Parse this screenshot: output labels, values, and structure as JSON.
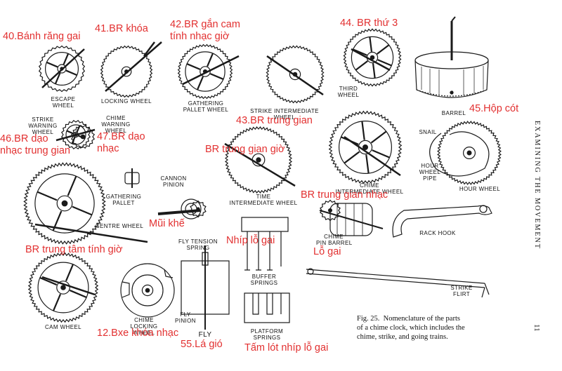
{
  "colors": {
    "ink": "#1a1a1a",
    "annotation": "#e23030",
    "paper": "#ffffff"
  },
  "side_heading": "EXAMINING THE MOVEMENT",
  "page_number": "11",
  "caption": {
    "line1": "Fig. 25.  Nomenclature of the parts",
    "line2": "of a chime clock, which includes the",
    "line3": "chime, strike, and going trains."
  },
  "parts": {
    "escape_wheel": "ESCAPE\nWHEEL",
    "locking_wheel": "LOCKING WHEEL",
    "gathering_pallet_wheel": "GATHERING\nPALLET WHEEL",
    "strike_intermediate_wheel": "STRIKE INTERMEDIATE\nWHEEL",
    "third_wheel": "THIRD\nWHEEL",
    "barrel": "BARREL",
    "strike_warning_wheel": "STRIKE\nWARNING\nWHEEL",
    "chime_warning_wheel": "CHIME\nWARNING\nWHEEL",
    "chime_intermediate_wheel": "CHIME\nINTERMEDIATE WHEEL",
    "snail": "SNAIL",
    "hour_wheel_pipe": "HOUR\nWHEEL\nPIPE",
    "hour_wheel": "HOUR WHEEL",
    "gathering_pallet": "GATHERING\nPALLET",
    "cannon_pinion": "CANNON\nPINION",
    "time_intermediate_wheel": "TIME\nINTERMEDIATE WHEEL",
    "centre_wheel": "CENTRE WHEEL",
    "rack_hook": "RACK HOOK",
    "chime_pin_barrel": "CHIME\nPIN BARREL",
    "fly_tension_spring": "FLY TENSION\nSPRING",
    "buffer_springs": "BUFFER\nSPRINGS",
    "strike_flirt": "STRIKE\nFLIRT",
    "fly_pinion": "FLY\nPINION",
    "fly": "FLY",
    "platform_springs": "PLATFORM\nSPRINGS",
    "cam_wheel": "CAM WHEEL",
    "chime_locking_wheel": "CHIME\nLOCKING\nWHEEL"
  },
  "annotations": {
    "a40": "40.Bánh răng gai",
    "a41": "41.BR khóa",
    "a42": "42.BR gắn cam\ntính nhạc giờ",
    "a44": "44. BR thứ 3",
    "a45": "45.Hộp cót",
    "a43": "43.BR trung gian",
    "a46": "46.BR dạo\nnhạc trung gian",
    "a47": "47.BR dạo\nnhạc",
    "tg_gio": "BR trung gian giờ",
    "tg_nhac": "BR trung gian nhạc",
    "mui_khe": "Mũi khế",
    "nhip_lo_gai": "Nhíp lỗ gai",
    "lo_gai": "Lỗ gai",
    "tam_tinh_gio": "BR trung tâm tính giờ",
    "a12": "12.Bxe khóa nhạc",
    "a55": "55.Lá gió",
    "tam_lot": "Tấm lót nhíp lỗ gai"
  }
}
